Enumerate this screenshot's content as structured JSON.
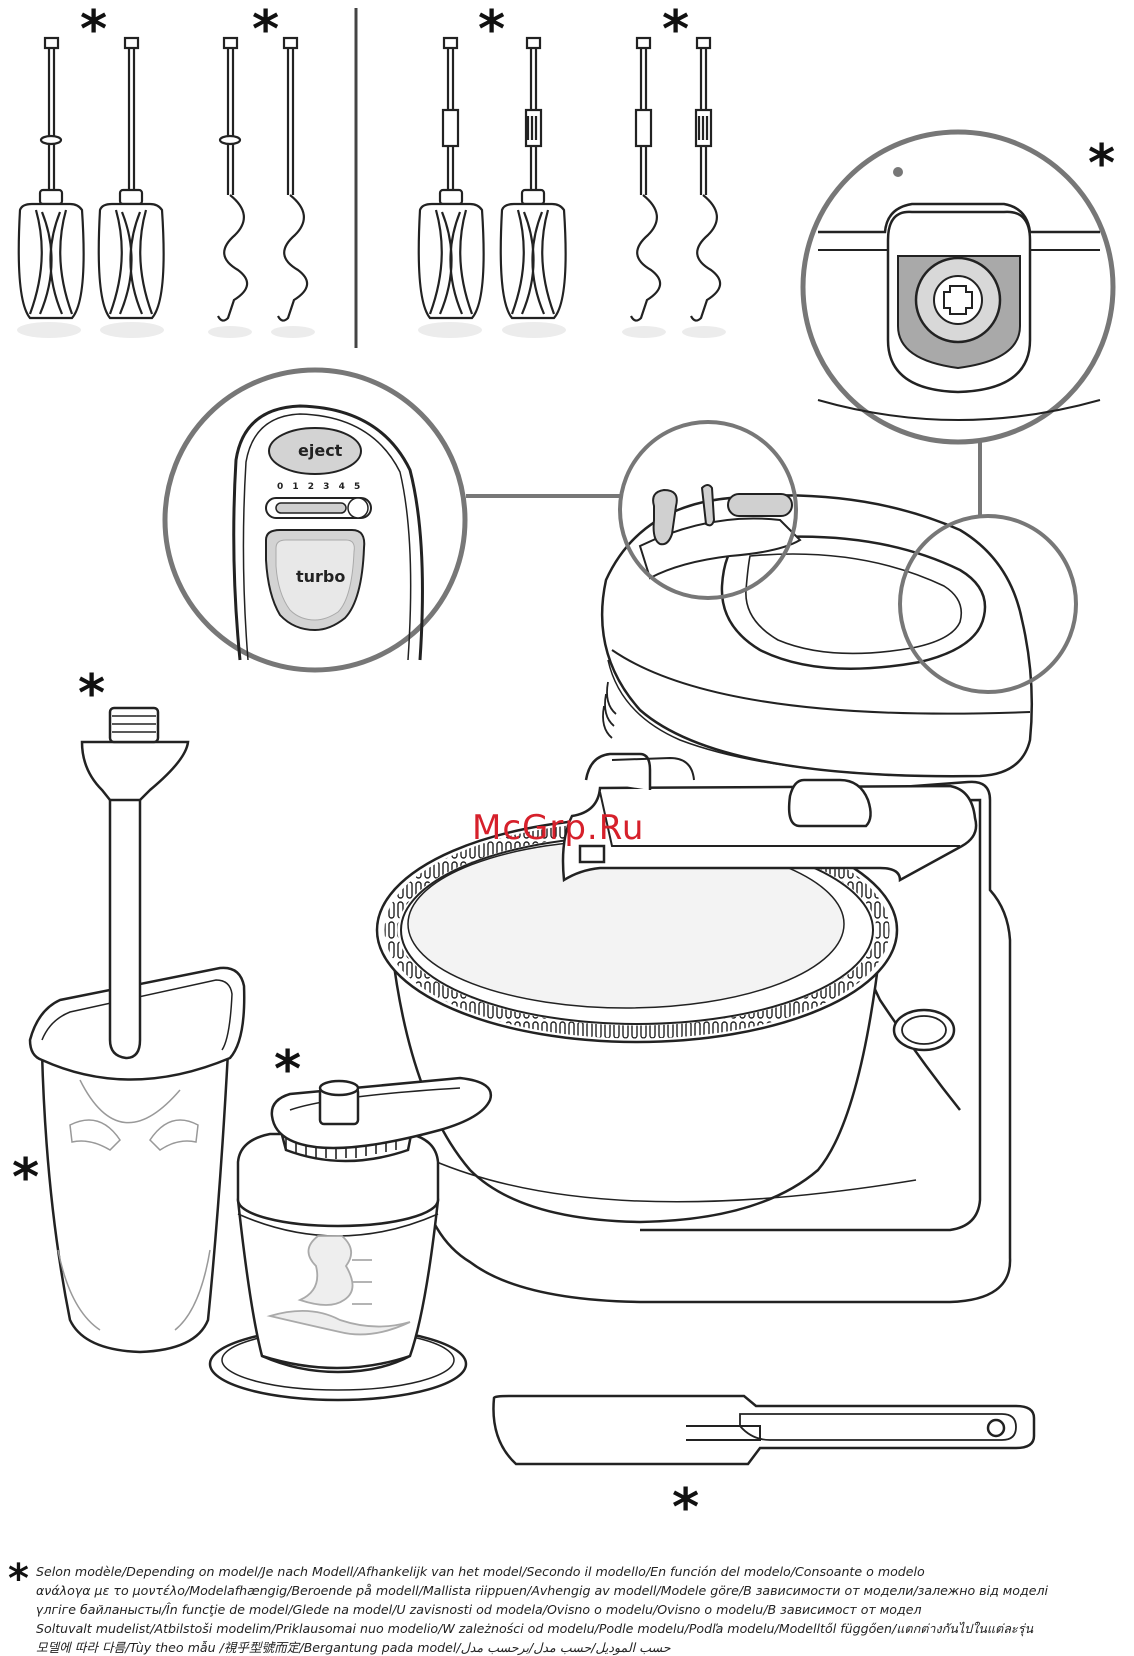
{
  "controls": {
    "eject_label": "eject",
    "speed_scale": "0 1 2 3 4 5",
    "turbo_label": "turbo"
  },
  "watermark": "McGrp.Ru",
  "optional_marker": "*",
  "footnote": {
    "marker": "*",
    "lines": [
      "Selon modèle/Depending on model/Je nach Modell/Afhankelijk van het model/Secondo il modello/En función del modelo/Consoante o modelo",
      "ανάλογα με το μοντέλο/Modelafhængig/Beroende på modell/Mallista riippuen/Avhengig av modell/Modele göre/В зависимости от модели/залежно від моделі",
      "үлгіге байланысты/În funcţie de model/Glede na model/U zavisnosti od modela/Ovisno o modelu/Ovisno o modelu/В зависимост от модел",
      "Soltuvalt mudelist/Atbilstoši modelim/Priklausomai nuo modelio/W zależności od modelu/Podle modelu/Podľa modelu/Modelltől függően/แตกต่างกันไปในแต่ละรุ่น",
      "모델에 따라 다름/Tùy theo mẫu /視乎型號而定/Bergantung pada model/حسب الموديل/حسب مدل/برحسب مدل"
    ]
  }
}
